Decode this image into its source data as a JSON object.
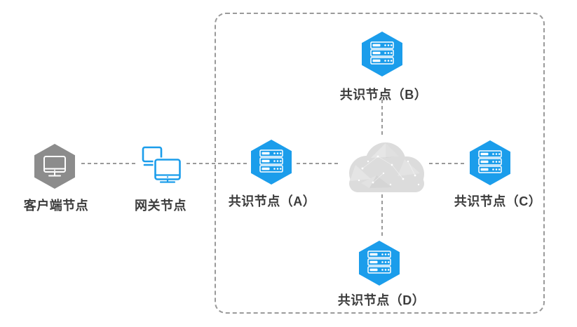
{
  "diagram": {
    "colors": {
      "node_blue": "#1b9deb",
      "node_gray": "#8c8c8c",
      "cloud_gray": "#dcdcdc",
      "dashed_line_gray": "#9a9a9a",
      "label_text": "#3c3c3c"
    },
    "nodes": {
      "client": {
        "label": "客户端节点",
        "icon": "client-hexagon-monitor-icon"
      },
      "gateway": {
        "label": "网关节点",
        "icon": "dual-monitors-icon"
      },
      "consensus_a": {
        "label": "共识节点（A）",
        "icon": "server-hexagon-icon"
      },
      "consensus_b": {
        "label": "共识节点（B）",
        "icon": "server-hexagon-icon"
      },
      "consensus_c": {
        "label": "共识节点（C）",
        "icon": "server-hexagon-icon"
      },
      "consensus_d": {
        "label": "共识节点（D）",
        "icon": "server-hexagon-icon"
      },
      "cloud": {
        "label": "",
        "icon": "network-cloud-icon"
      }
    },
    "connections": [
      {
        "from": "client",
        "to": "gateway",
        "style": "dashed"
      },
      {
        "from": "gateway",
        "to": "consensus_a",
        "style": "dashed"
      },
      {
        "from": "consensus_a",
        "to": "cloud",
        "style": "dashed"
      },
      {
        "from": "cloud",
        "to": "consensus_c",
        "style": "dashed"
      },
      {
        "from": "consensus_b",
        "to": "cloud",
        "style": "dashed"
      },
      {
        "from": "cloud",
        "to": "consensus_d",
        "style": "dashed"
      }
    ],
    "boundary": {
      "style": "dashed",
      "encloses": [
        "consensus_a",
        "consensus_b",
        "consensus_c",
        "consensus_d",
        "cloud"
      ]
    }
  }
}
